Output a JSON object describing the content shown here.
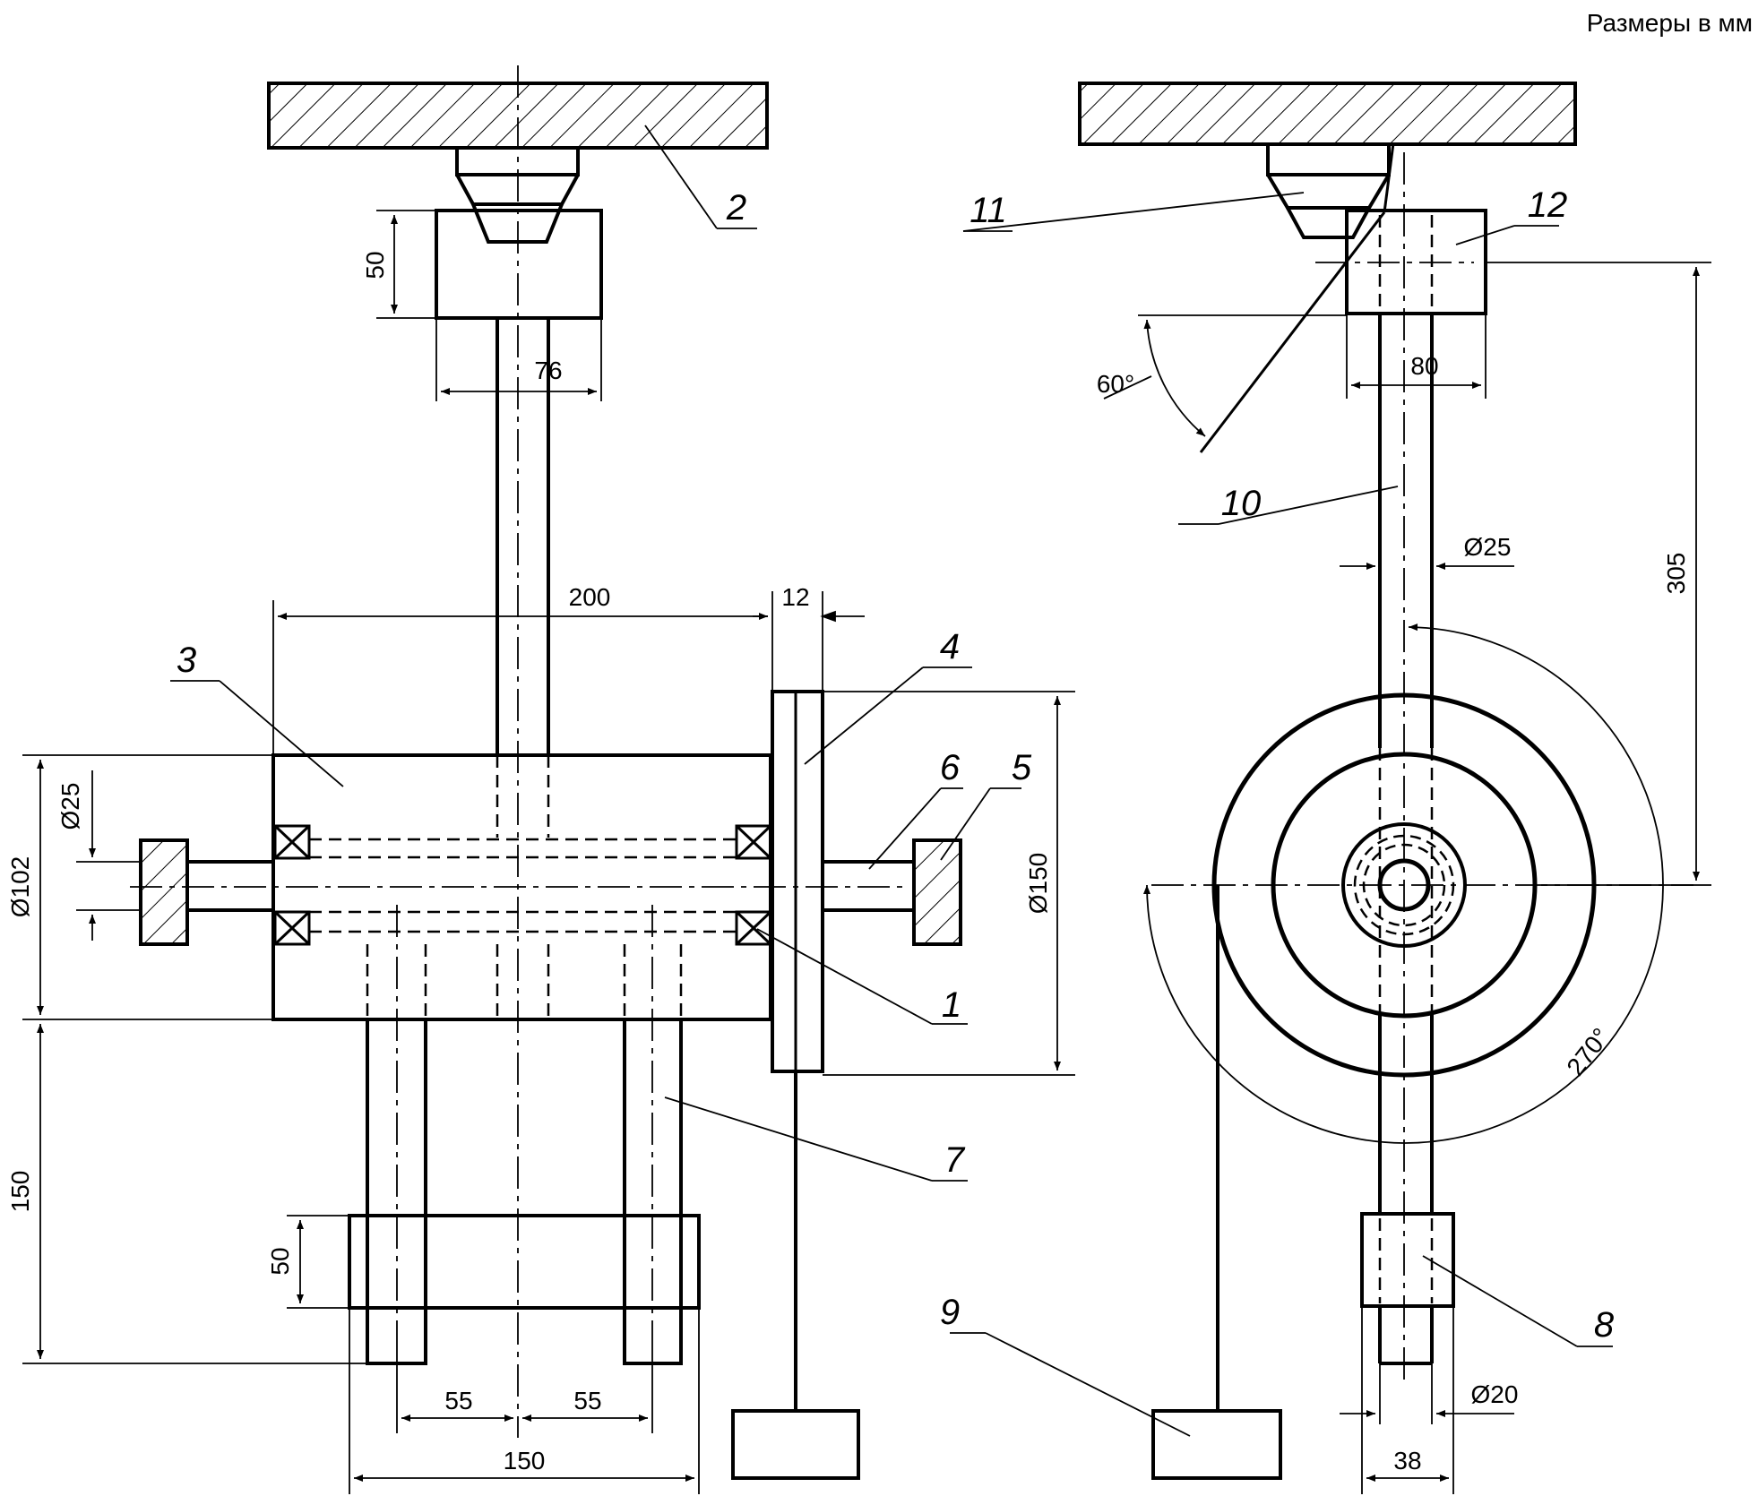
{
  "units_note": "Размеры в мм",
  "dimensions": {
    "d50_top": "50",
    "d76": "76",
    "d200": "200",
    "d12": "12",
    "d25_left": "Ø25",
    "d102": "Ø102",
    "d150_disc": "Ø150",
    "d150_height": "150",
    "d50_bottom": "50",
    "d55_left": "55",
    "d55_right": "55",
    "d150_width": "150",
    "d60deg": "60°",
    "d80": "80",
    "d25_right": "Ø25",
    "d305": "305",
    "d270deg": "270°",
    "d20": "Ø20",
    "d38": "38"
  },
  "parts": {
    "p1": "1",
    "p2": "2",
    "p3": "3",
    "p4": "4",
    "p5": "5",
    "p6": "6",
    "p7": "7",
    "p8": "8",
    "p9": "9",
    "p10": "10",
    "p11": "11",
    "p12": "12"
  }
}
